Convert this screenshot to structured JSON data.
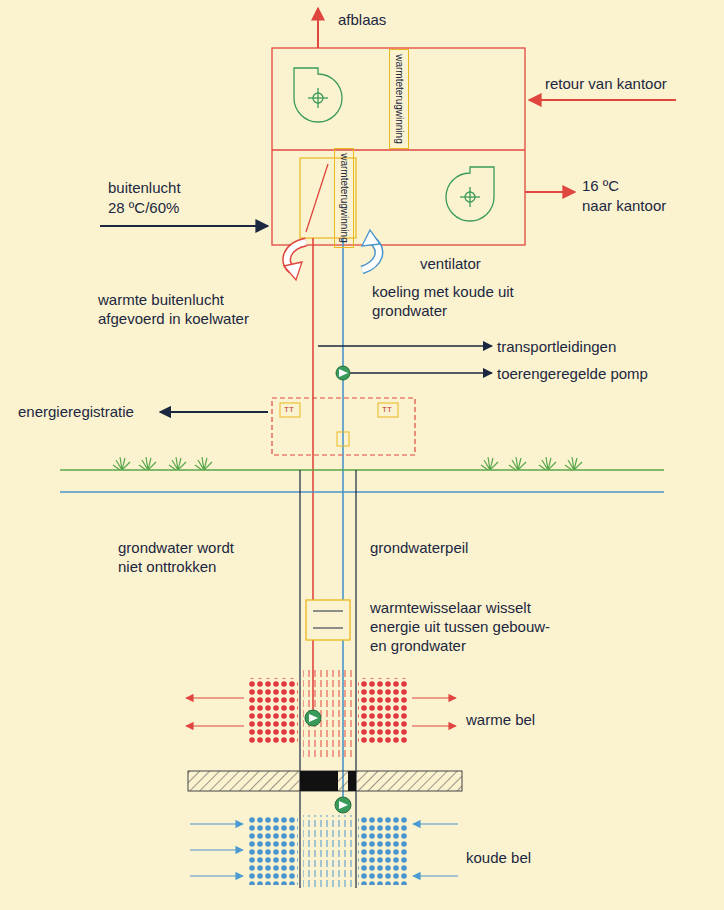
{
  "diagram": {
    "nodes": [
      {
        "text": [
          "warmteterugwinning"
        ]
      },
      {
        "text": [
          "warmteterugwinning"
        ]
      }
    ],
    "labels": [
      "afblaas",
      "retour van kantoor",
      "buitenlucht",
      "28 ºC/60%",
      "16 ºC",
      "naar kantoor",
      "ventilator",
      "warmte buitenlucht afgevoerd in koelwater",
      "koeling met koude uit grondwater",
      "transportleidingen",
      "toerengeregelde pomp",
      "energieregistratie",
      "TT",
      "TT",
      "grondwater wordt niet onttrokken",
      "grondwaterpeil",
      "warmtewisselaar wisselt energie uit tussen gebouw- en grondwater",
      "warme bel",
      "koude bel"
    ]
  }
}
